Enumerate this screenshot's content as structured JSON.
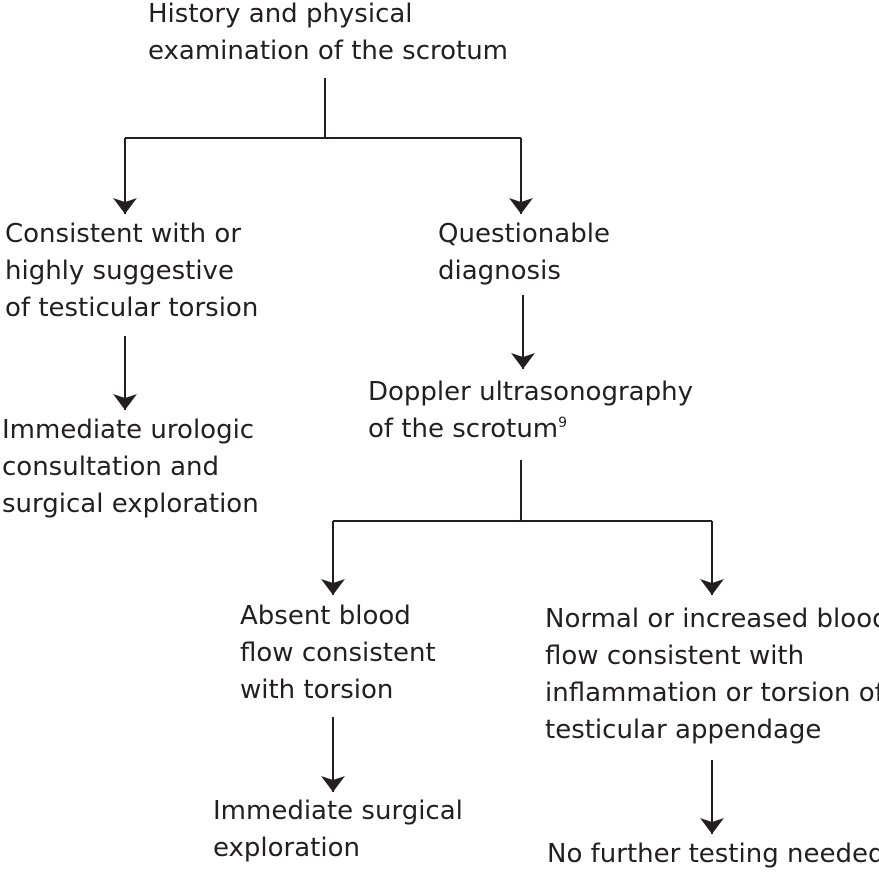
{
  "nodes": {
    "history": {
      "lines": [
        "History and physical",
        "examination of the scrotum"
      ]
    },
    "consistent": {
      "lines": [
        "Consistent with or",
        "highly suggestive",
        "of testicular torsion"
      ]
    },
    "questionable": {
      "lines": [
        "Questionable",
        "diagnosis"
      ]
    },
    "immediate_urologic": {
      "lines": [
        "Immediate urologic",
        "consultation and",
        "surgical exploration"
      ]
    },
    "doppler": {
      "lines": [
        "Doppler ultrasonography",
        "of the scrotum"
      ],
      "reference": "9"
    },
    "absent_flow": {
      "lines": [
        "Absent blood",
        "flow consistent",
        "with torsion"
      ]
    },
    "normal_flow": {
      "lines": [
        "Normal or increased blood",
        "flow consistent with",
        "inflammation or torsion of",
        "testicular appendage"
      ]
    },
    "immediate_surgical": {
      "lines": [
        "Immediate surgical",
        "exploration"
      ]
    },
    "no_testing": {
      "lines": [
        "No further testing needed"
      ]
    }
  },
  "colors": {
    "text": "#231f20",
    "line": "#231f20",
    "background": "#ffffff"
  }
}
